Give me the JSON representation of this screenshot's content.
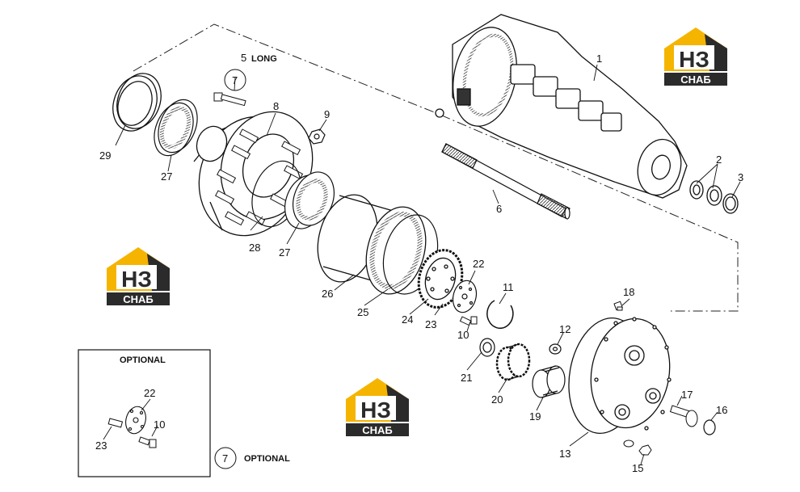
{
  "callouts": [
    {
      "id": "c1",
      "text": "1"
    },
    {
      "id": "c2",
      "text": "2"
    },
    {
      "id": "c3",
      "text": "3"
    },
    {
      "id": "c5",
      "text": "5"
    },
    {
      "id": "c6",
      "text": "6"
    },
    {
      "id": "c7a",
      "text": "7"
    },
    {
      "id": "c7b",
      "text": "7"
    },
    {
      "id": "c8",
      "text": "8"
    },
    {
      "id": "c9",
      "text": "9"
    },
    {
      "id": "c10",
      "text": "10"
    },
    {
      "id": "c10b",
      "text": "10"
    },
    {
      "id": "c11",
      "text": "11"
    },
    {
      "id": "c12",
      "text": "12"
    },
    {
      "id": "c13",
      "text": "13"
    },
    {
      "id": "c15",
      "text": "15"
    },
    {
      "id": "c16",
      "text": "16"
    },
    {
      "id": "c17",
      "text": "17"
    },
    {
      "id": "c18",
      "text": "18"
    },
    {
      "id": "c19",
      "text": "19"
    },
    {
      "id": "c20",
      "text": "20"
    },
    {
      "id": "c21",
      "text": "21"
    },
    {
      "id": "c22",
      "text": "22"
    },
    {
      "id": "c22b",
      "text": "22"
    },
    {
      "id": "c23",
      "text": "23"
    },
    {
      "id": "c23b",
      "text": "23"
    },
    {
      "id": "c24",
      "text": "24"
    },
    {
      "id": "c25",
      "text": "25"
    },
    {
      "id": "c26",
      "text": "26"
    },
    {
      "id": "c27a",
      "text": "27"
    },
    {
      "id": "c27b",
      "text": "27"
    },
    {
      "id": "c28",
      "text": "28"
    },
    {
      "id": "c29",
      "text": "29"
    }
  ],
  "notes": {
    "long": "LONG",
    "optional_box_title": "OPTIONAL",
    "optional_note": "OPTIONAL"
  },
  "logo": {
    "letters": "НЗ",
    "word": "СНАБ",
    "colors": {
      "yellow": "#f5b400",
      "dark": "#2b2b2b",
      "white": "#ffffff"
    }
  }
}
